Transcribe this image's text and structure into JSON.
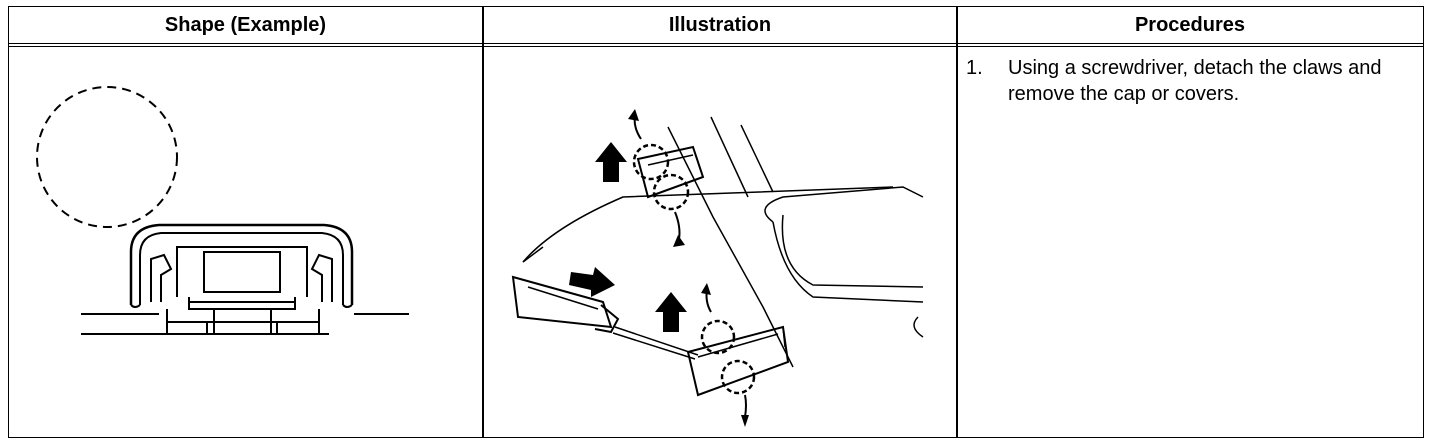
{
  "headers": {
    "shape": "Shape (Example)",
    "illustration": "Illustration",
    "procedures": "Procedures"
  },
  "procedure": {
    "number": "1.",
    "text": "Using a screwdriver, detach the claws and remove the cap or covers."
  },
  "icons": [
    "claw-detail-circle",
    "cap-cross-section",
    "screwdriver",
    "cap-cover",
    "claw-callout-circle",
    "lift-arrow",
    "push-arrow"
  ]
}
